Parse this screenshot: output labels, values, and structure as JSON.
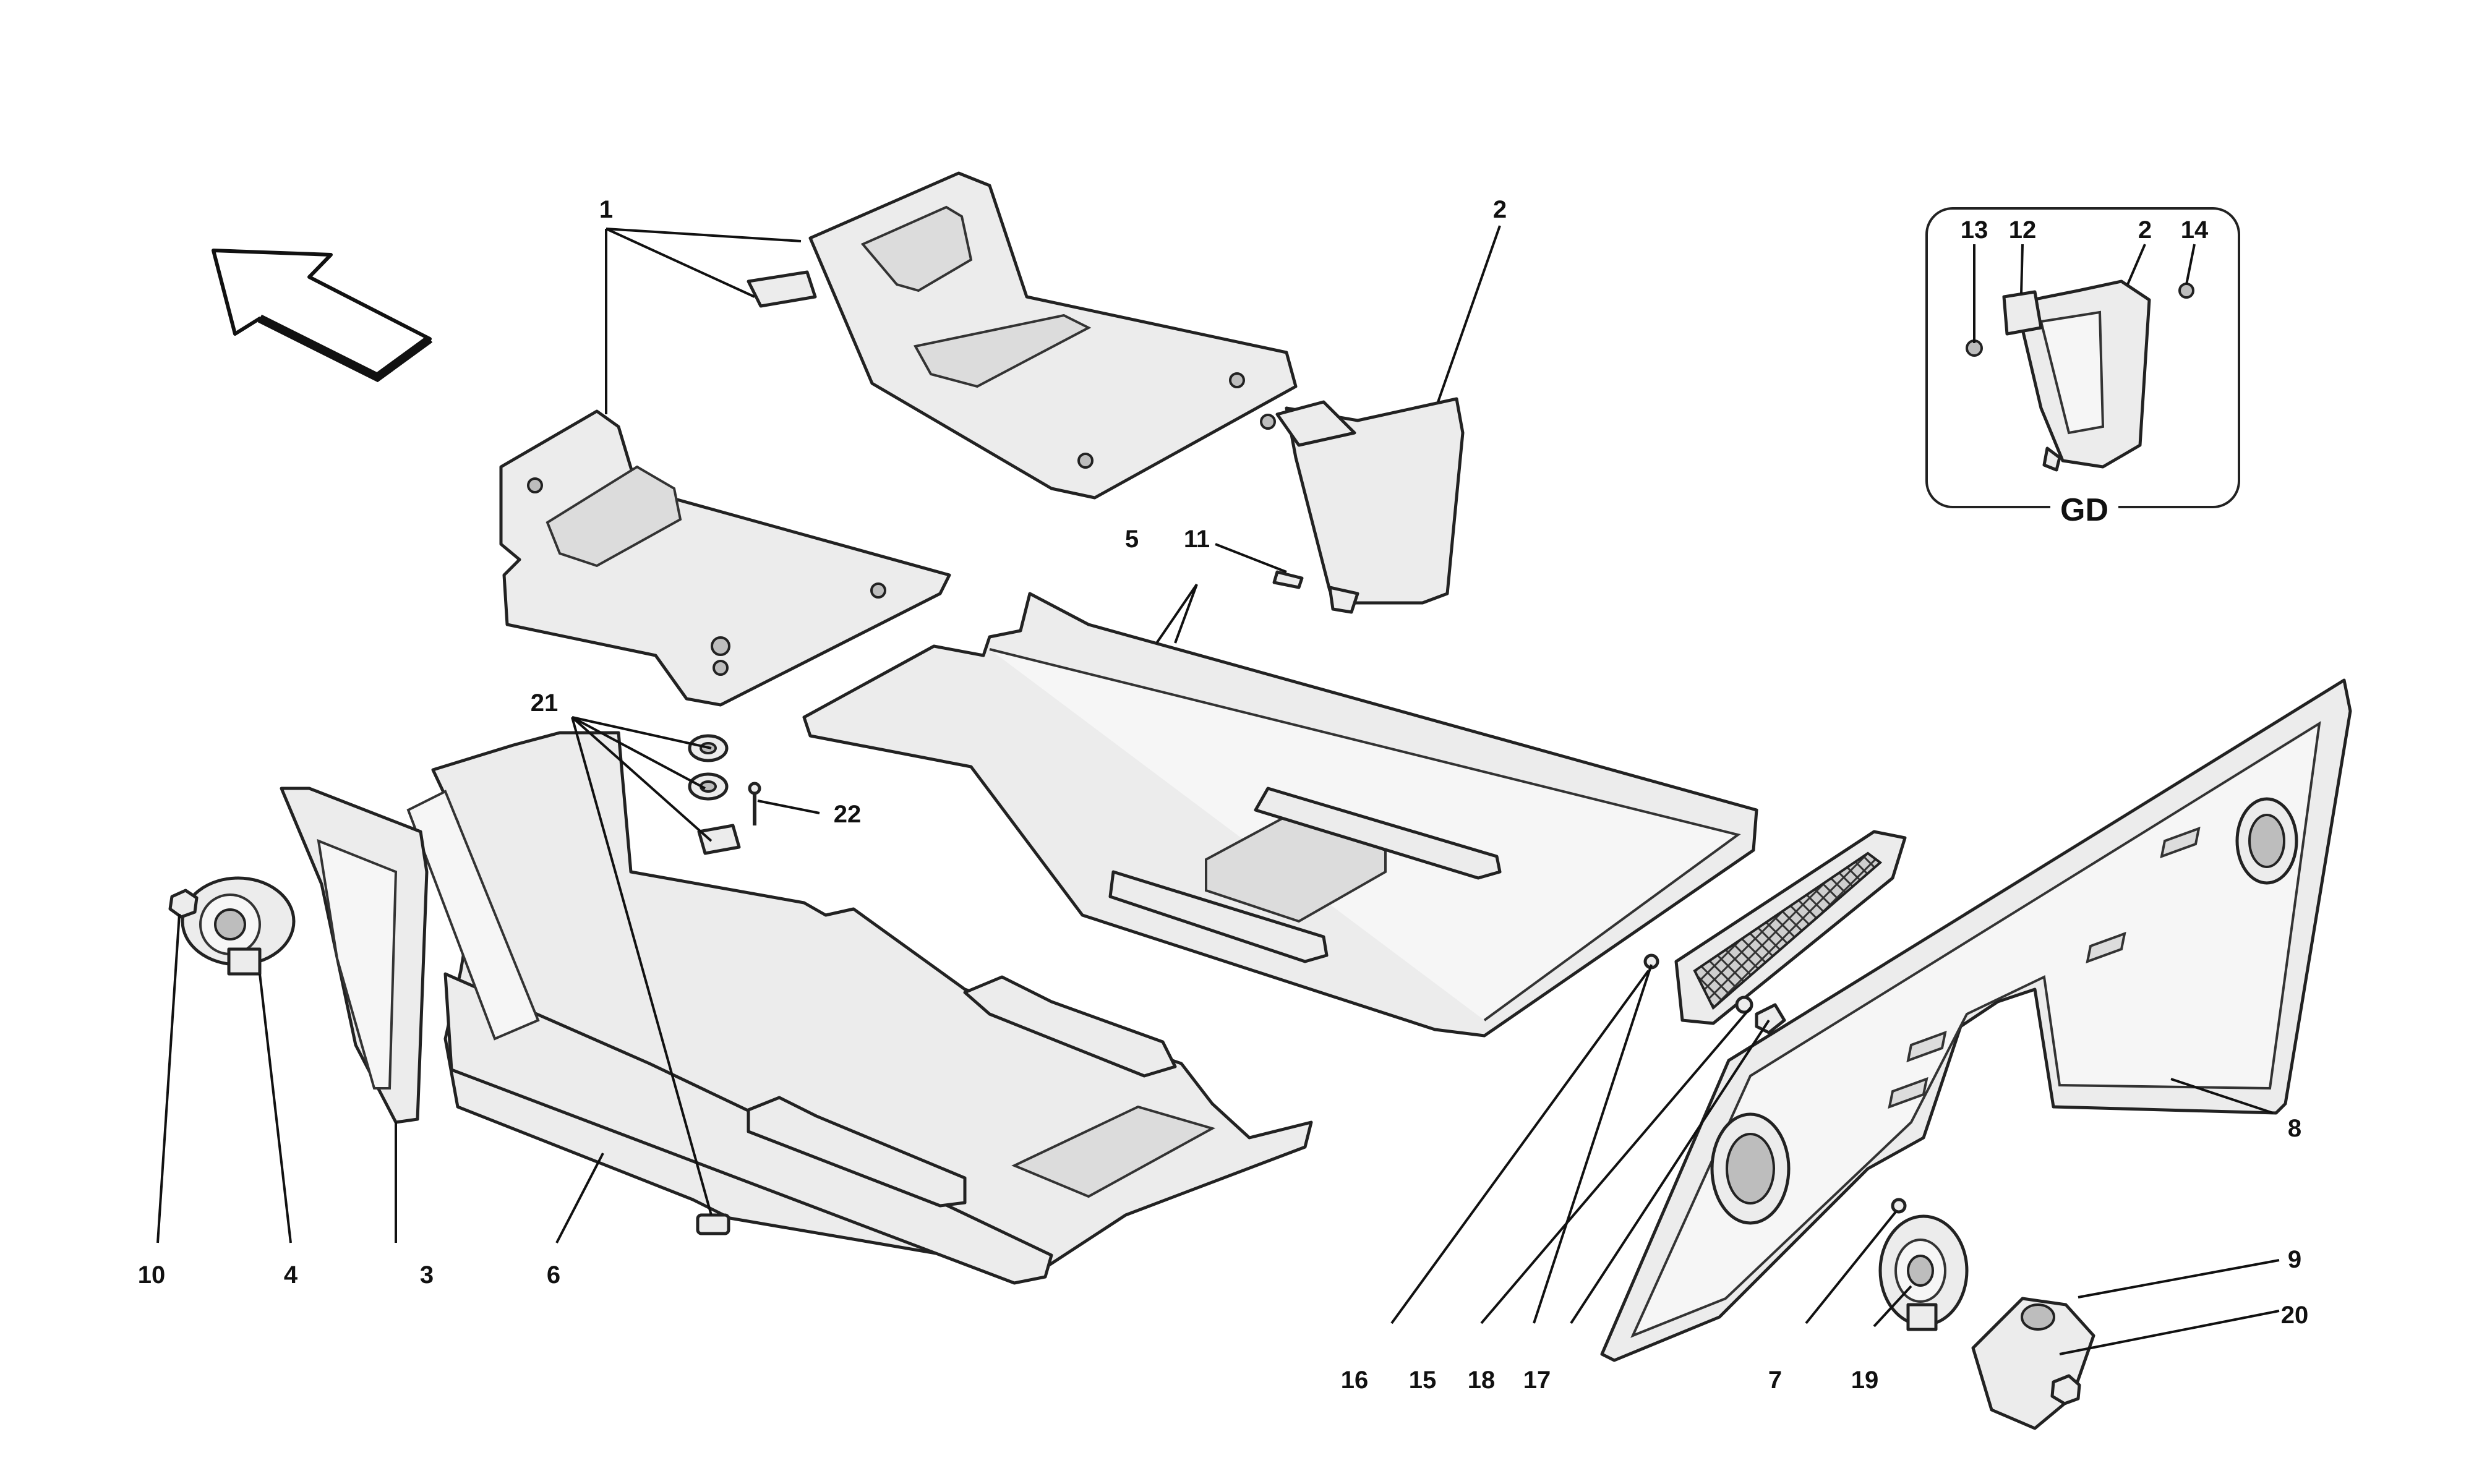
{
  "callouts": {
    "c1": "1",
    "c2": "2",
    "c3": "3",
    "c4": "4",
    "c5": "5",
    "c6": "6",
    "c7": "7",
    "c8": "8",
    "c9": "9",
    "c10": "10",
    "c11": "11",
    "c13": "13",
    "c12": "12",
    "c2b": "2",
    "c14": "14",
    "c15": "15",
    "c16": "16",
    "c17": "17",
    "c18": "18",
    "c19": "19",
    "c20": "20",
    "c21": "21",
    "c22": "22"
  },
  "detail": {
    "label": "GD"
  },
  "icons": {
    "direction": "direction-arrow-icon"
  }
}
